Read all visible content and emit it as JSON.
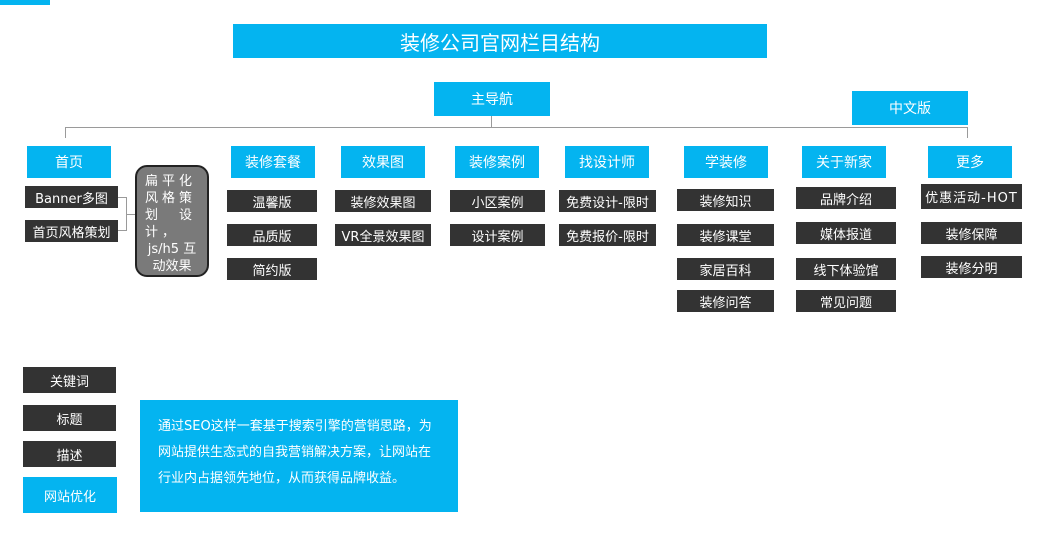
{
  "title": "装修公司官网栏目结构",
  "main_nav": "主导航",
  "lang": "中文版",
  "columns": [
    {
      "label": "首页",
      "items": [
        "Banner多图",
        "首页风格策划"
      ]
    },
    {
      "label": "装修套餐",
      "items": [
        "温馨版",
        "品质版",
        "简约版"
      ]
    },
    {
      "label": "效果图",
      "items": [
        "装修效果图",
        "VR全景效果图"
      ]
    },
    {
      "label": "装修案例",
      "items": [
        "小区案例",
        "设计案例"
      ]
    },
    {
      "label": "找设计师",
      "items": [
        "免费设计-限时",
        "免费报价-限时"
      ]
    },
    {
      "label": "学装修",
      "items": [
        "装修知识",
        "装修课堂",
        "家居百科",
        "装修问答"
      ]
    },
    {
      "label": "关于新家",
      "items": [
        "品牌介绍",
        "媒体报道",
        "线下体验馆",
        "常见问题"
      ]
    },
    {
      "label": "更多",
      "items": [
        "优惠活动-HOT",
        "装修保障",
        "装修分明"
      ]
    }
  ],
  "bubble": {
    "col1": [
      "扁",
      "风",
      "划",
      "计"
    ],
    "col2": [
      "平",
      "格",
      "",
      "，"
    ],
    "col3": [
      "化",
      "策",
      "设",
      ""
    ],
    "line4": "js/h5 互",
    "line5": "动效果"
  },
  "seo": {
    "items": [
      "关键词",
      "标题",
      "描述"
    ],
    "section": "网站优化",
    "note": "通过SEO这样一套基于搜索引擎的营销思路，为网站提供生态式的自我营销解决方案，让网站在行业内占据领先地位，从而获得品牌收益。"
  }
}
